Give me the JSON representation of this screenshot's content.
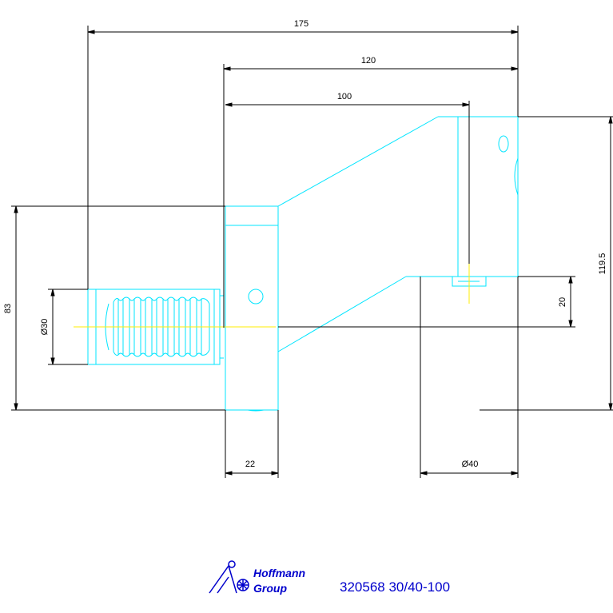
{
  "dimensions": {
    "overall_length": "175",
    "body_length": "120",
    "offset_length": "100",
    "height_total": "119.5",
    "shank_height": "83",
    "shank_diameter": "Ø30",
    "bore_offset": "20",
    "flange_width": "22",
    "bore_diameter": "Ø40"
  },
  "footer": {
    "logo_line1": "Hoffmann",
    "logo_line2": "Group",
    "part_code": "320568 30/40-100"
  },
  "colors": {
    "outline": "#00e5ff",
    "dimension": "#000000",
    "centerline": "#ffee00",
    "brand": "#0000cc"
  }
}
